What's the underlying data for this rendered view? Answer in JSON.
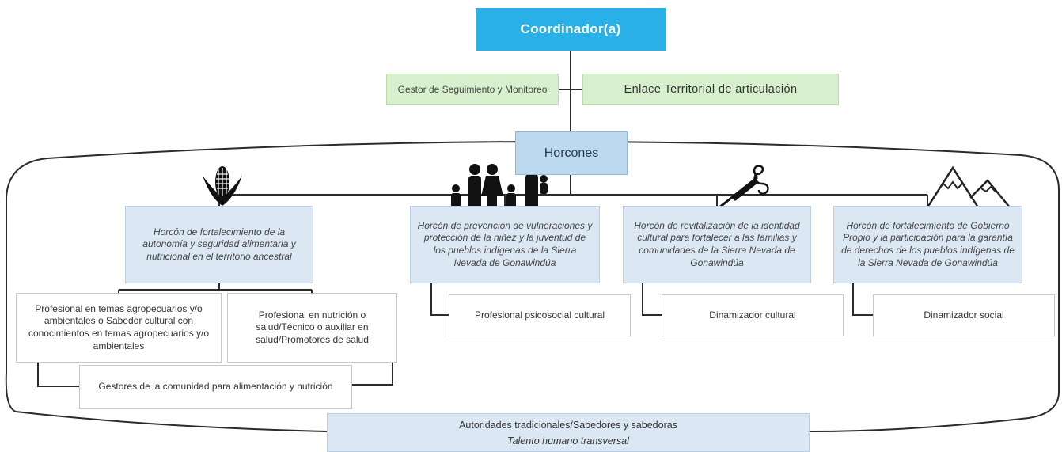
{
  "diagram": {
    "coordinator": "Coordinador(a)",
    "support_left": "Gestor de Seguimiento y Monitoreo",
    "support_right": "Enlace Territorial de articulación",
    "hub": "Horcones",
    "horcones": [
      {
        "title": "Horcón de fortalecimiento de la autonomía y seguridad alimentaria y nutricional en el territorio ancestral",
        "icon": "corn-icon"
      },
      {
        "title": "Horcón de prevención de vulneraciones y protección de la niñez y la juventud de los pueblos indígenas de la Sierra Nevada de Gonawindúa",
        "icon": "family-icon"
      },
      {
        "title": "Horcón de revitalización de la identidad cultural para fortalecer a las familias y comunidades de la Sierra Nevada de Gonawindúa",
        "icon": "needle-thread-icon"
      },
      {
        "title": "Horcón de fortalecimiento de Gobierno Propio y la participación para la garantía de derechos de los pueblos indígenas de la Sierra Nevada de Gonawindúa",
        "icon": "mountains-icon"
      }
    ],
    "roles": {
      "agro": "Profesional en temas agropecuarios y/o ambientales o Sabedor cultural con conocimientos en temas agropecuarios y/o ambientales",
      "nutrition": "Profesional en nutrición o salud/Técnico o auxiliar en salud/Promotores de salud",
      "community": "Gestores de la comunidad para alimentación y nutrición",
      "psychosocial": "Profesional psicosocial cultural",
      "cultural": "Dinamizador cultural",
      "social": "Dinamizador social"
    },
    "transversal": {
      "line1": "Autoridades tradicionales/Sabedores y sabedoras",
      "line2": "Talento humano transversal"
    }
  },
  "colors": {
    "coordinator": "#2ab0e8",
    "green": "#d7efcd",
    "hub": "#bcd9ef",
    "horcon": "#dbe8f4"
  }
}
